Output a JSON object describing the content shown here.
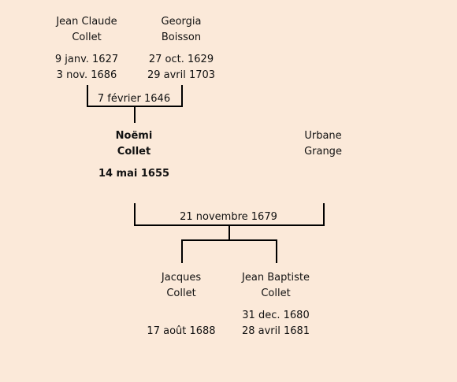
{
  "persons": {
    "jean_claude": {
      "first": "Jean Claude",
      "last": "Collet",
      "birth": "9 janv. 1627",
      "death": "3 nov. 1686"
    },
    "georgia": {
      "first": "Georgia",
      "last": "Boisson",
      "birth": "27 oct. 1629",
      "death": "29 avril 1703"
    },
    "noemi": {
      "first": "Noëmi",
      "last": "Collet",
      "birth": "14 mai 1655"
    },
    "urbane": {
      "first": "Urbane",
      "last": "Grange"
    },
    "jacques": {
      "first": "Jacques",
      "last": "Collet",
      "death": "17 août 1688"
    },
    "jean_baptiste": {
      "first": "Jean Baptiste",
      "last": "Collet",
      "birth": "31 dec. 1680",
      "death": "28 avril 1681"
    }
  },
  "marriages": {
    "parents": "7 février 1646",
    "noemi_urbane": "21 novembre 1679"
  }
}
